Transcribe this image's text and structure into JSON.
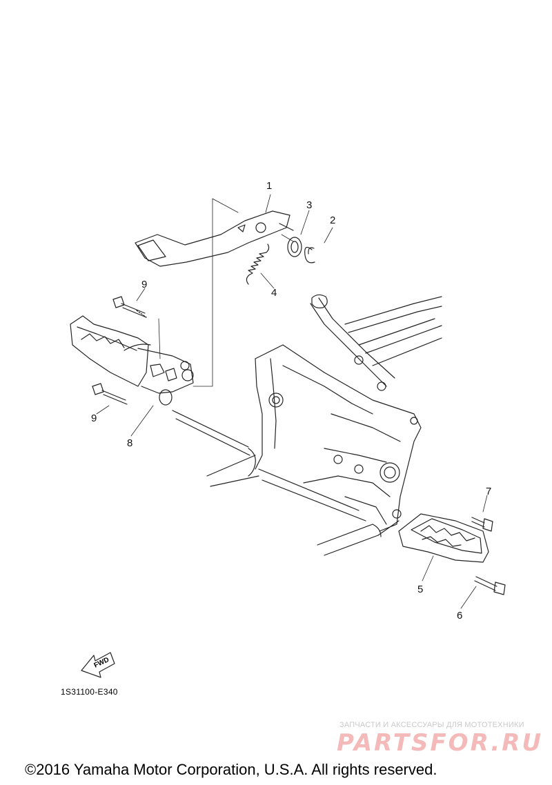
{
  "callouts": [
    {
      "id": "1",
      "label": "1"
    },
    {
      "id": "2",
      "label": "2"
    },
    {
      "id": "3",
      "label": "3"
    },
    {
      "id": "4",
      "label": "4"
    },
    {
      "id": "5",
      "label": "5"
    },
    {
      "id": "6",
      "label": "6"
    },
    {
      "id": "7",
      "label": "7"
    },
    {
      "id": "8",
      "label": "8"
    },
    {
      "id": "9a",
      "label": "9"
    },
    {
      "id": "9b",
      "label": "9"
    }
  ],
  "fwd_label": "FWD",
  "diagram_code": "1S31100-E340",
  "watermark": {
    "tagline": "ЗАПЧАСТИ И АКСЕССУАРЫ ДЛЯ МОТОТЕХНИКИ",
    "logo": "PARTSFOR.RU",
    "color": "#f4b9b9"
  },
  "copyright": "©2016 Yamaha Motor Corporation, U.S.A. All rights reserved."
}
